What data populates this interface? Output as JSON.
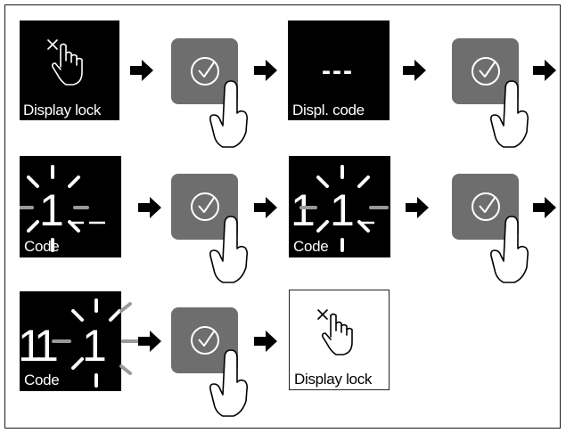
{
  "steps": {
    "display_lock_label": "Display lock",
    "displ_code_label": "Displ. code",
    "displ_code_value": "---",
    "code_label": "Code",
    "digit": "1"
  },
  "icons": {
    "hand_cross": "hand-with-cross-icon",
    "confirm_check": "check-circle-icon",
    "pointing_finger": "pointing-hand-icon",
    "arrow": "arrow-right-icon"
  },
  "colors": {
    "tile_dark": "#000000",
    "button_grey": "#6e6e6e",
    "ink": "#1a1a1a"
  }
}
